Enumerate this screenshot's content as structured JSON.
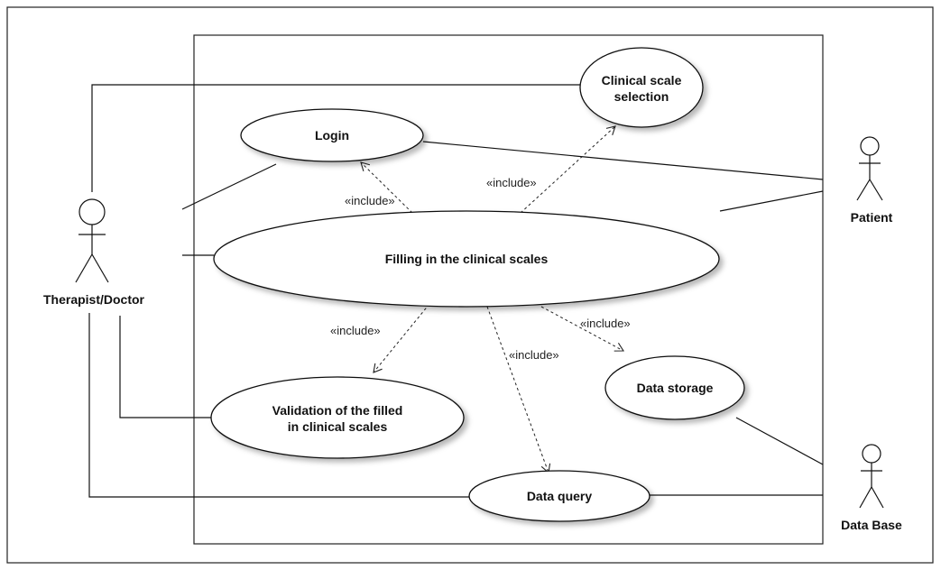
{
  "actors": {
    "therapist": "Therapist/Doctor",
    "patient": "Patient",
    "database": "Data Base"
  },
  "use_cases": {
    "login": "Login",
    "clinical_scale_selection": [
      "Clinical scale",
      "selection"
    ],
    "filling": "Filling in the clinical scales",
    "validation": [
      "Validation of the filled",
      "in clinical scales"
    ],
    "data_storage": "Data storage",
    "data_query": "Data query"
  },
  "relations": {
    "include_label": "«include»"
  }
}
